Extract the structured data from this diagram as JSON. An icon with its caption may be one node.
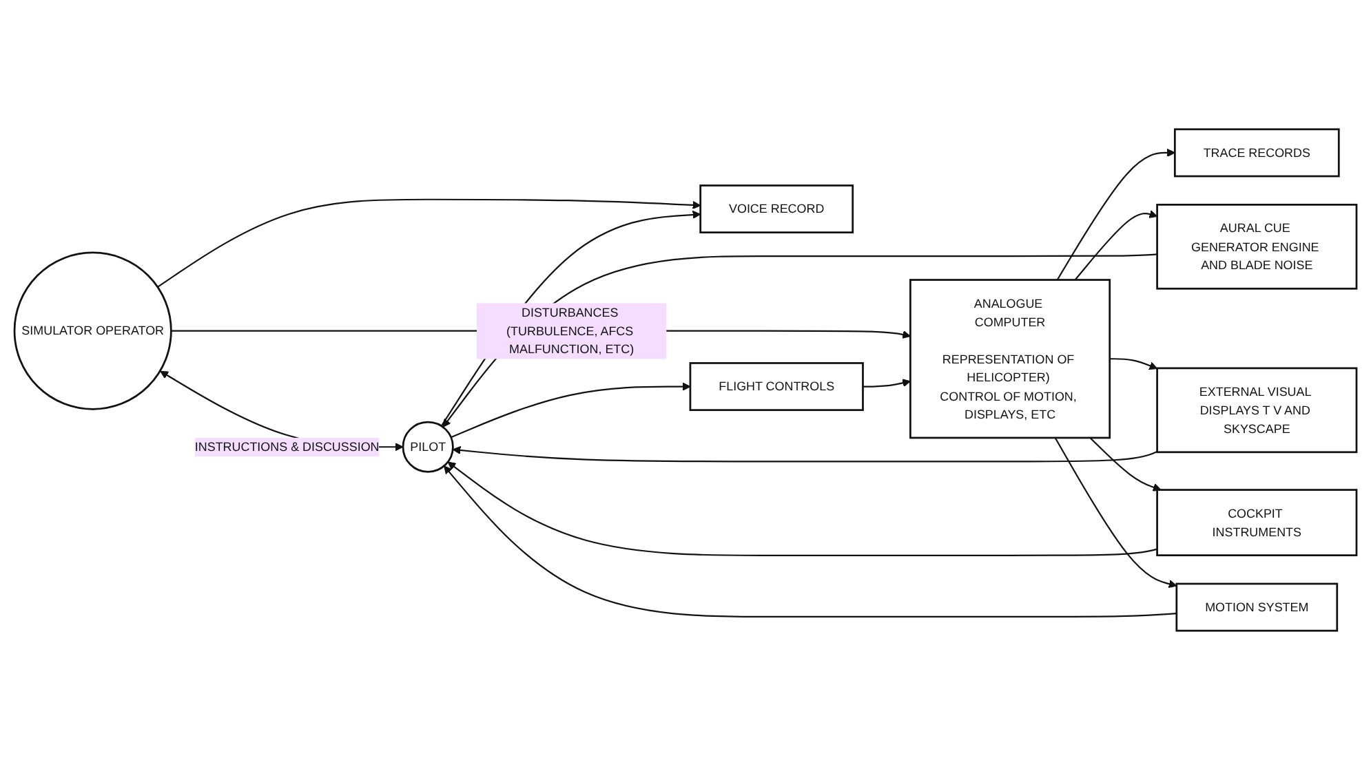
{
  "diagram": {
    "nodes": [
      {
        "text": [
          "TRACE RECORDS"
        ]
      },
      {
        "text": [
          "VOICE RECORD"
        ]
      },
      {
        "text": [
          "SIMULATOR OPERATOR"
        ]
      },
      {
        "text": [
          "ANALOGUE COMPUTER",
          "REPRESENTATION OF HELICOPTER) CONTROL OF MOTION, DISPLAYS, ETC"
        ]
      },
      {
        "text": [
          "AURAL CUE GENERATOR ENGINE AND BLADE NOISE"
        ]
      },
      {
        "text": [
          "EXTERNAL VISUAL DISPLAYS T V AND SKYSCAPE"
        ]
      },
      {
        "text": [
          "COCKPIT INSTRUMENTS"
        ]
      },
      {
        "text": [
          "MOTION SYSTEM"
        ]
      },
      {
        "text": [
          "PILOT"
        ]
      },
      {
        "text": [
          "FLIGHT CONTROLS"
        ]
      }
    ],
    "edges": [
      {
        "from": 2,
        "to": 8,
        "arrow": "both",
        "label": "INSTRUCTIONS & DISCUSSION"
      },
      {
        "from": 3,
        "to": 0,
        "arrow": "to"
      },
      {
        "from": 2,
        "to": 1,
        "arrow": "to"
      },
      {
        "from": 8,
        "to": 1,
        "arrow": "to"
      },
      {
        "from": 2,
        "to": 3,
        "arrow": "to",
        "label": "DISTURBANCES (TURBULENCE, AFCS MALFUNCTION, ETC)"
      },
      {
        "from": 3,
        "to": 4,
        "arrow": "to"
      },
      {
        "from": 3,
        "to": 5,
        "arrow": "to"
      },
      {
        "from": 3,
        "to": 6,
        "arrow": "to"
      },
      {
        "from": 3,
        "to": 7,
        "arrow": "to"
      },
      {
        "from": 4,
        "to": 8,
        "arrow": "to"
      },
      {
        "from": 5,
        "to": 8,
        "arrow": "to"
      },
      {
        "from": 6,
        "to": 8,
        "arrow": "to"
      },
      {
        "from": 7,
        "to": 8,
        "arrow": "to"
      },
      {
        "from": 8,
        "to": 9,
        "arrow": "to"
      },
      {
        "from": 9,
        "to": 3,
        "arrow": "to"
      }
    ]
  }
}
